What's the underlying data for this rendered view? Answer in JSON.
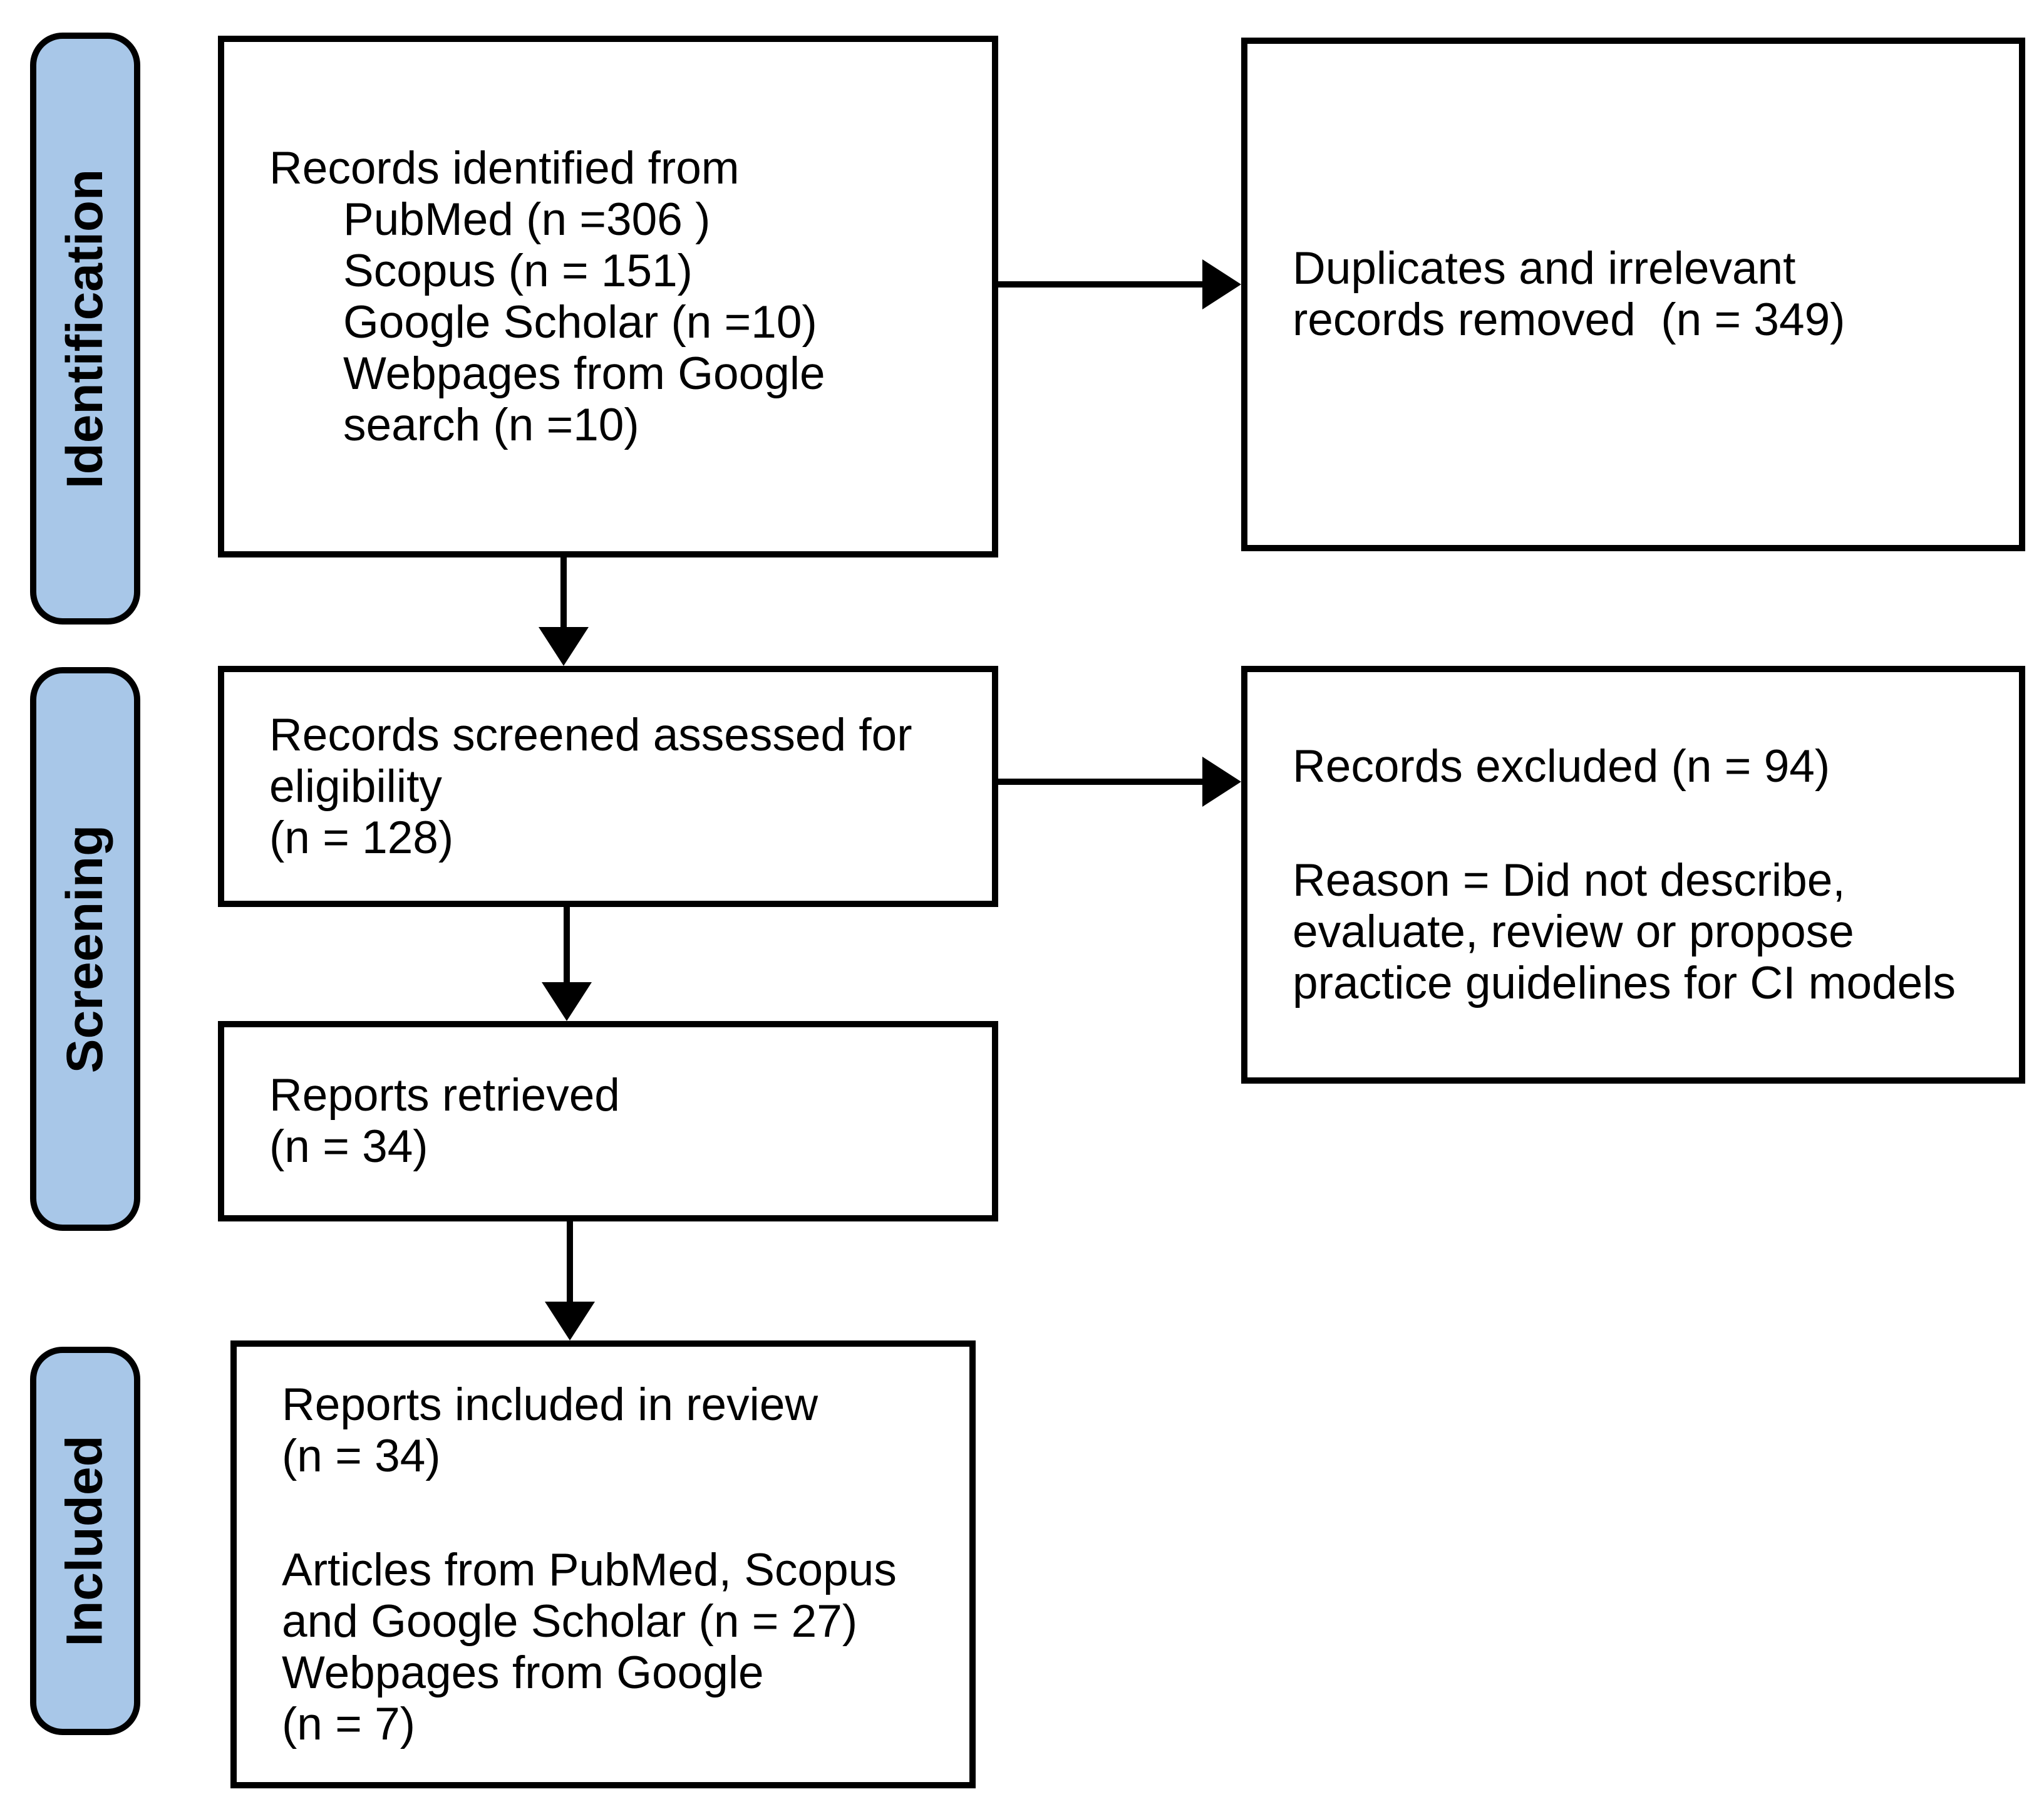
{
  "stages": [
    {
      "label": "Identification"
    },
    {
      "label": "Screening"
    },
    {
      "label": "Included"
    }
  ],
  "boxes": {
    "records_identified": {
      "lines": [
        "Records identified from",
        "PubMed (n =306 )",
        "Scopus (n = 151)",
        "Google Scholar (n =10)",
        "Webpages from Google",
        "search (n =10)"
      ]
    },
    "duplicates_removed": {
      "lines": [
        "Duplicates and irrelevant",
        "records removed  (n = 349)"
      ]
    },
    "records_screened": {
      "lines": [
        "Records screened assessed for",
        "eligibility",
        "(n = 128)"
      ]
    },
    "records_excluded": {
      "lines": [
        "Records excluded (n = 94)",
        "",
        "Reason = Did not describe,",
        "evaluate, review or propose",
        "practice guidelines for CI models"
      ]
    },
    "reports_retrieved": {
      "lines": [
        "Reports retrieved",
        "(n = 34)"
      ]
    },
    "reports_included": {
      "lines": [
        "Reports included in review",
        "(n = 34)",
        "",
        "Articles from PubMed, Scopus",
        "and Google Scholar (n = 27)",
        "Webpages from Google",
        "(n = 7)"
      ]
    }
  },
  "colors": {
    "stage_fill": "#A8C7E8",
    "stage_border": "#000000",
    "box_border": "#000000",
    "box_fill": "#FFFFFF",
    "arrow": "#000000",
    "text": "#000000",
    "background": "#FFFFFF"
  }
}
